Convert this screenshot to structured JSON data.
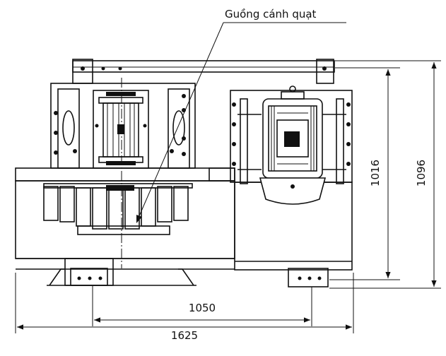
{
  "callout": {
    "label": "Guồng cánh quạt"
  },
  "dimensions": {
    "inner_width": "1050",
    "overall_width": "1625",
    "inner_height": "1016",
    "overall_height": "1096"
  }
}
